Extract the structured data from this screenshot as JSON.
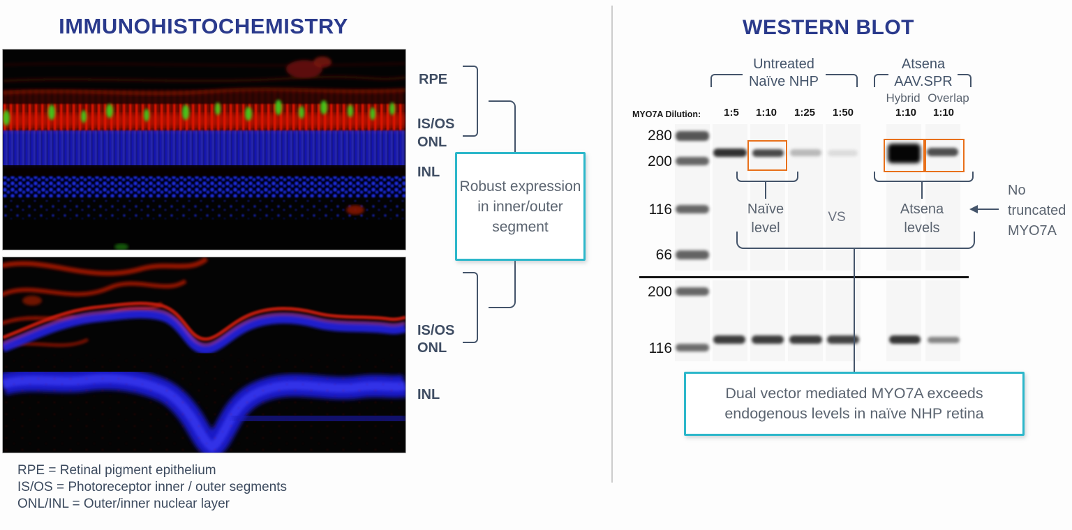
{
  "colors": {
    "title_navy": "#2a3a8c",
    "annotation_slate": "#44546a",
    "gray_text": "#5b6470",
    "teal_accent": "#2cb7ca",
    "orange_accent": "#e8701a"
  },
  "left_panel": {
    "title": "IMMUNOHISTOCHEMISTRY",
    "image1_layers": [
      "RPE",
      "IS/OS",
      "ONL",
      "INL"
    ],
    "image2_layers": [
      "IS/OS",
      "ONL",
      "INL"
    ],
    "callout": "Robust expression in inner/outer segment",
    "legend": [
      "RPE = Retinal pigment epithelium",
      "IS/OS = Photoreceptor inner / outer segments",
      "ONL/INL = Outer/inner nuclear layer"
    ]
  },
  "right_panel": {
    "title": "WESTERN BLOT",
    "groups": [
      {
        "line1": "Untreated",
        "line2": "Naïve NHP"
      },
      {
        "line1": "Atsena",
        "line2": "AAV.SPR"
      }
    ],
    "sub_labels": [
      "Hybrid",
      "Overlap"
    ],
    "dilution_label": "MYO7A Dilution:",
    "dilutions": [
      "1:5",
      "1:10",
      "1:25",
      "1:50",
      "1:10",
      "1:10"
    ],
    "mw_top": [
      "280",
      "200",
      "116",
      "66"
    ],
    "mw_bottom": [
      "200",
      "116"
    ],
    "naive_label": [
      "Naïve",
      "level"
    ],
    "vs_label": "VS",
    "atsena_label": [
      "Atsena",
      "levels"
    ],
    "arrow_note": [
      "No",
      "truncated",
      "MYO7A"
    ],
    "callout": [
      "Dual vector mediated MYO7A exceeds",
      "endogenous levels in naïve NHP retina"
    ],
    "bands_top": [
      {
        "lane": "1:5",
        "intensity": "strong"
      },
      {
        "lane": "1:10",
        "intensity": "medium"
      },
      {
        "lane": "1:25",
        "intensity": "faint"
      },
      {
        "lane": "1:50",
        "intensity": "very faint"
      },
      {
        "lane": "Hybrid 1:10",
        "intensity": "very strong"
      },
      {
        "lane": "Overlap 1:10",
        "intensity": "medium"
      }
    ],
    "bands_bottom": [
      {
        "lane": "1:5",
        "intensity": "strong"
      },
      {
        "lane": "1:10",
        "intensity": "strong"
      },
      {
        "lane": "1:25",
        "intensity": "strong"
      },
      {
        "lane": "1:50",
        "intensity": "strong"
      },
      {
        "lane": "Hybrid 1:10",
        "intensity": "strong"
      },
      {
        "lane": "Overlap 1:10",
        "intensity": "light"
      }
    ]
  }
}
